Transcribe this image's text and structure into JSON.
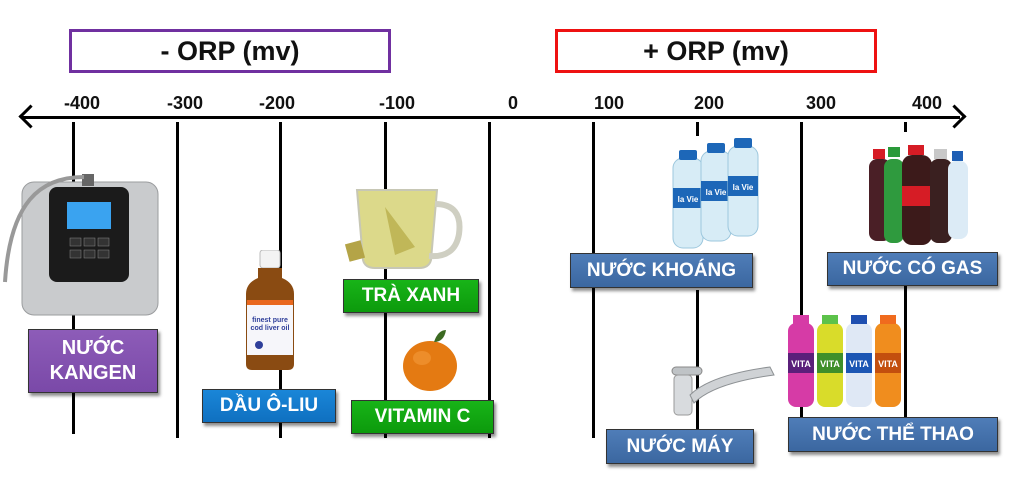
{
  "headers": {
    "negative": "- ORP (mv)",
    "positive": "+ ORP (mv)"
  },
  "colors": {
    "negative_border": "#7030a0",
    "positive_border": "#ee1111",
    "kangen": "#8559b3",
    "olive_oil": "#127cce",
    "green_items": "#10a810",
    "neutral_items": "#4573ad"
  },
  "axis": {
    "ticks": [
      "-400",
      "-300",
      "-200",
      "-100",
      "0",
      "100",
      "200",
      "300",
      "400"
    ]
  },
  "items": [
    {
      "label": "NƯỚC KANGEN",
      "line1": "NƯỚC",
      "line2": "KANGEN",
      "orp_approx": -400,
      "image": "water-ionizer-machine"
    },
    {
      "label": "DẦU Ô-LIU",
      "orp_approx": -200,
      "image": "cod-liver-oil-bottle"
    },
    {
      "label": "TRÀ XANH",
      "orp_approx": -100,
      "image": "green-tea-cup"
    },
    {
      "label": "VITAMIN C",
      "orp_approx": -50,
      "image": "orange"
    },
    {
      "label": "NƯỚC KHOÁNG",
      "orp_approx": 200,
      "image": "lavie-water-bottles"
    },
    {
      "label": "NƯỚC MÁY",
      "orp_approx": 200,
      "image": "water-faucet"
    },
    {
      "label": "NƯỚC CÓ GAS",
      "orp_approx": 400,
      "image": "soda-bottles"
    },
    {
      "label": "NƯỚC THỂ THAO",
      "orp_approx": 350,
      "image": "sports-drink-bottles"
    }
  ],
  "image_text": {
    "oil_label": "finest pure cod liver oil",
    "water_brand": "la Vie",
    "sports_brand": "VITA"
  }
}
